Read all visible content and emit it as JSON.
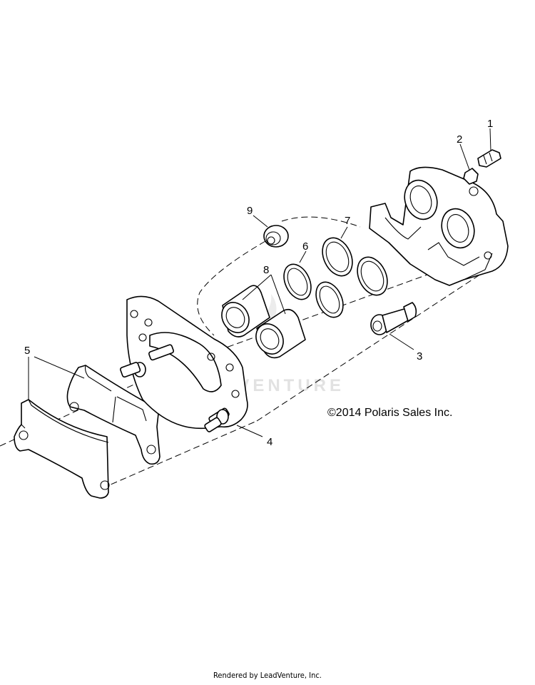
{
  "callouts": [
    {
      "number": "1",
      "part": "bleeder-screw"
    },
    {
      "number": "2",
      "part": "bleeder-cap"
    },
    {
      "number": "3",
      "part": "caliper-pin-bolt"
    },
    {
      "number": "4",
      "part": "caliper-mounting-bracket"
    },
    {
      "number": "5",
      "part": "brake-pad-set"
    },
    {
      "number": "6",
      "part": "piston-seal"
    },
    {
      "number": "7",
      "part": "dust-seal"
    },
    {
      "number": "8",
      "part": "caliper-piston"
    },
    {
      "number": "9",
      "part": "pin-boot"
    }
  ],
  "copyright": "©2014 Polaris Sales Inc.",
  "watermark": "LEADVENTURE",
  "footer": "Rendered by LeadVenture, Inc."
}
